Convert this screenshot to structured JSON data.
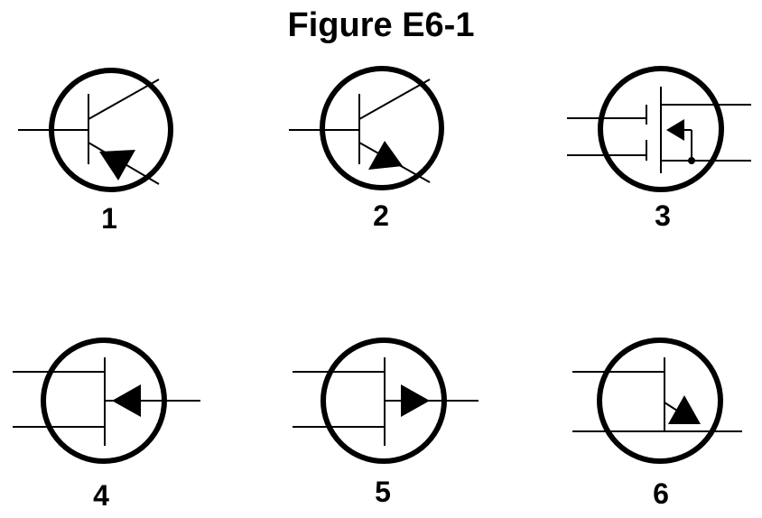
{
  "figure": {
    "title": "Figure E6-1"
  },
  "symbols": [
    {
      "label": "1"
    },
    {
      "label": "2"
    },
    {
      "label": "3"
    },
    {
      "label": "4"
    },
    {
      "label": "5"
    },
    {
      "label": "6"
    }
  ]
}
